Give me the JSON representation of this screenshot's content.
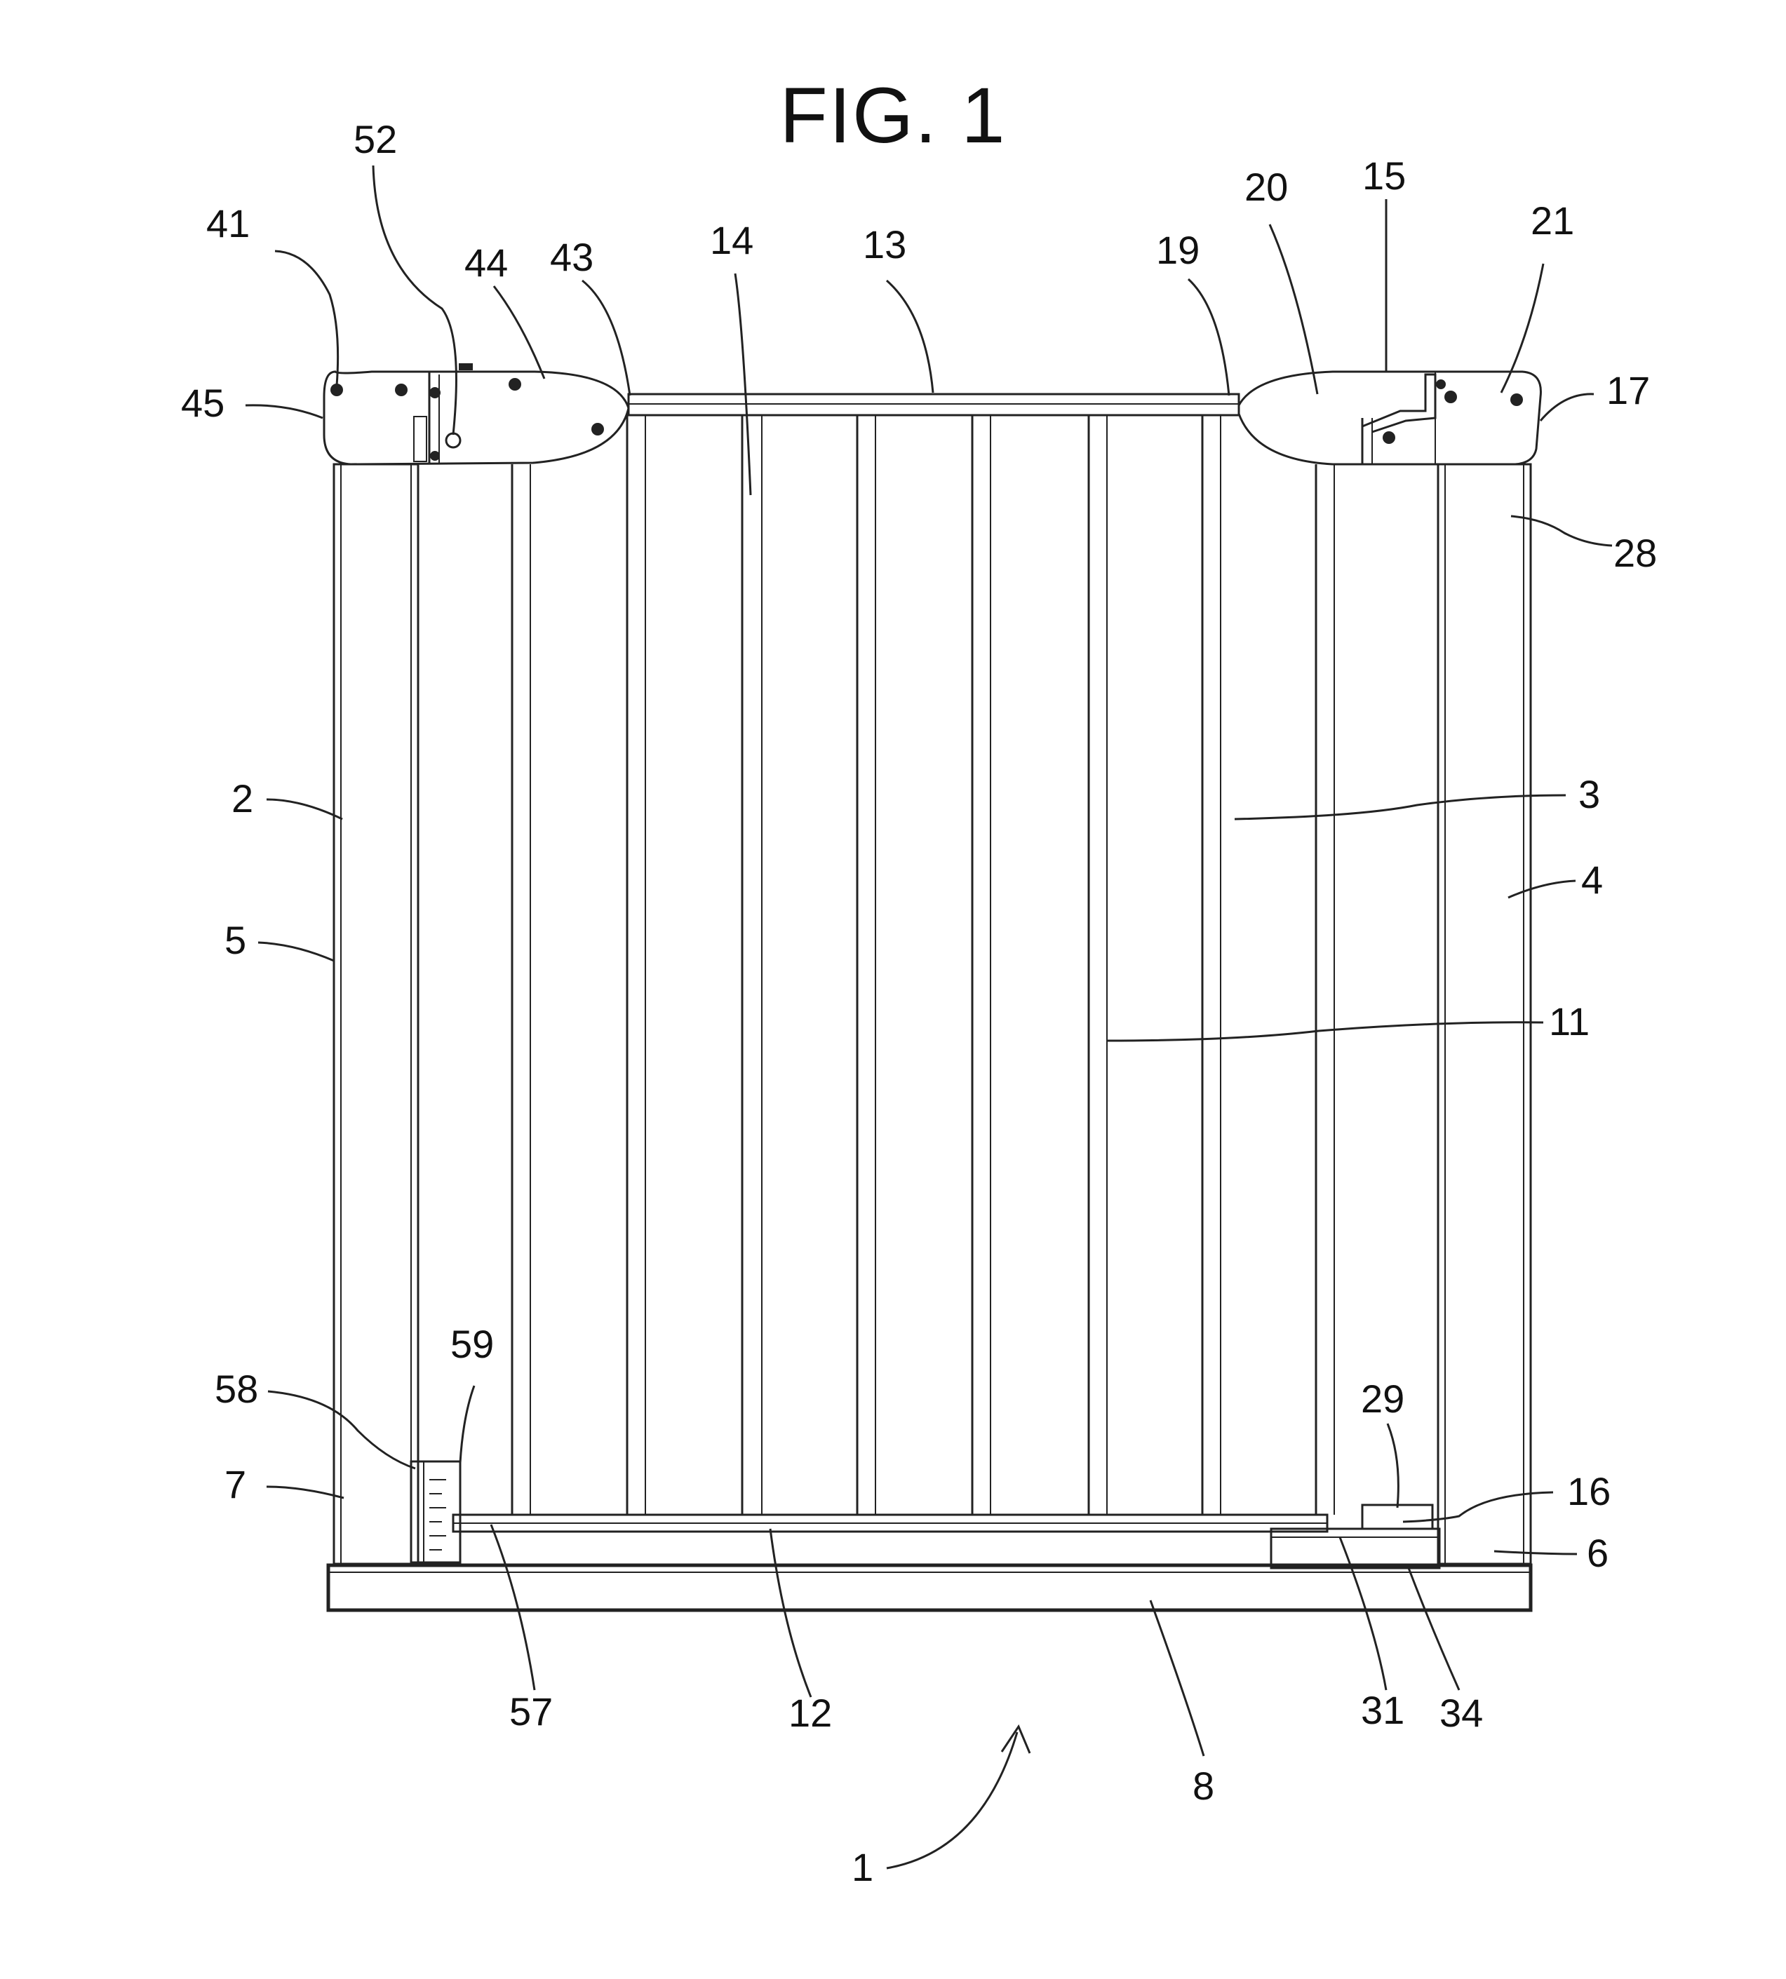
{
  "figure": {
    "title": "FIG. 1"
  },
  "labels": [
    {
      "id": "1",
      "text": "1"
    },
    {
      "id": "2",
      "text": "2"
    },
    {
      "id": "3",
      "text": "3"
    },
    {
      "id": "4",
      "text": "4"
    },
    {
      "id": "5",
      "text": "5"
    },
    {
      "id": "6",
      "text": "6"
    },
    {
      "id": "7",
      "text": "7"
    },
    {
      "id": "8",
      "text": "8"
    },
    {
      "id": "11",
      "text": "11"
    },
    {
      "id": "12",
      "text": "12"
    },
    {
      "id": "13",
      "text": "13"
    },
    {
      "id": "14",
      "text": "14"
    },
    {
      "id": "15",
      "text": "15"
    },
    {
      "id": "16",
      "text": "16"
    },
    {
      "id": "17",
      "text": "17"
    },
    {
      "id": "19",
      "text": "19"
    },
    {
      "id": "20",
      "text": "20"
    },
    {
      "id": "21",
      "text": "21"
    },
    {
      "id": "28",
      "text": "28"
    },
    {
      "id": "29",
      "text": "29"
    },
    {
      "id": "31",
      "text": "31"
    },
    {
      "id": "34",
      "text": "34"
    },
    {
      "id": "41",
      "text": "41"
    },
    {
      "id": "43",
      "text": "43"
    },
    {
      "id": "44",
      "text": "44"
    },
    {
      "id": "45",
      "text": "45"
    },
    {
      "id": "52",
      "text": "52"
    },
    {
      "id": "57",
      "text": "57"
    },
    {
      "id": "58",
      "text": "58"
    },
    {
      "id": "59",
      "text": "59"
    }
  ]
}
